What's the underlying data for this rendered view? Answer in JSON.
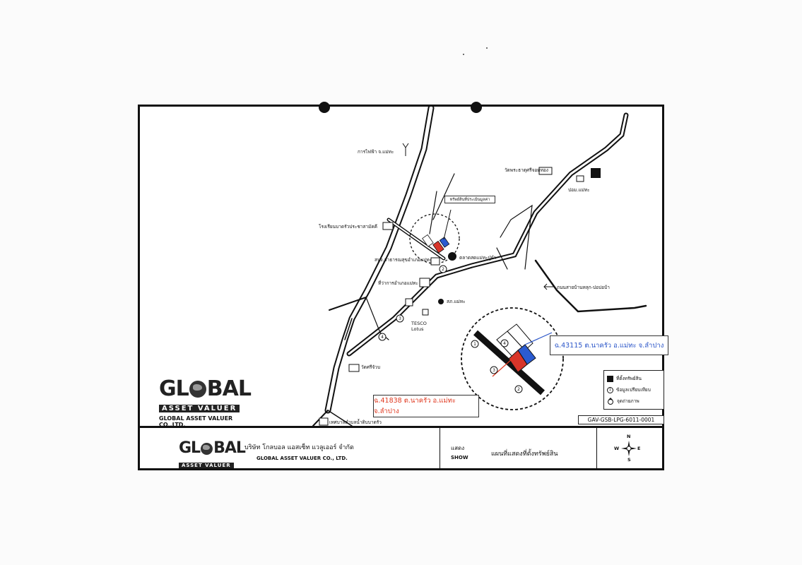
{
  "map_labels": {
    "power_authority": "การไฟฟ้า จ.แม่ทะ",
    "temple_1": "วัดพระธาตุศรีจอมทอง",
    "police": "ปอม.แม่ทะ",
    "school": "โรงเรียนบาดรัวประชาสามัคคี",
    "health_office": "สนง.สาธารณสุขอำเภอแม่ทะ",
    "district_office": "ที่ว่าการอำเภอแม่ทะ",
    "market": "ตลาดสดแม่ทะปู่ยำ",
    "police_station": "สภ.แม่ทะ",
    "tesco": "TESCO\nLotus",
    "temple_2": "วัดศรีจัวบ",
    "municipality": "เทศบาลตำบลน้ำดิบบาดรัว",
    "road_label": "ถนนสายบ้านหลุก-ปอบ่อบ้า",
    "subject_property": "ทรัพย์สินที่ประเมินมูลค่า"
  },
  "deeds": {
    "blue": "ฉ.43115 ต.นาครัว อ.แม่ทะ จ.ลำปาง",
    "red": "ฉ.41838 ต.นาครัว อ.แม่ทะ จ.ลำปาง"
  },
  "legend": {
    "items": [
      {
        "icon": "black-square-icon",
        "label": "ที่ตั้งทรัพย์สิน"
      },
      {
        "icon": "comparable-circle-icon",
        "label": "ข้อมูลเปรียบเทียบ"
      },
      {
        "icon": "camera-point-icon",
        "label": "จุดถ่ายภาพ"
      }
    ]
  },
  "doc_id": "GAV-GSB-LPG-6011-0001",
  "logo": {
    "word_left": "GL",
    "word_right": "BAL",
    "band": "ASSET VALUER",
    "caption": "GLOBAL ASSET VALUER CO.,LTD."
  },
  "title_block": {
    "company_th": "บริษัท โกลบอล แอสเซ็ท แวลูเออร์ จำกัด",
    "company_en": "GLOBAL ASSET VALUER CO., LTD.",
    "show_th": "แสดง",
    "show_en": "SHOW",
    "title": "แผนที่แสดงที่ตั้งทรัพย์สิน"
  },
  "compass": {
    "n": "N",
    "s": "S",
    "e": "E",
    "w": "W"
  }
}
